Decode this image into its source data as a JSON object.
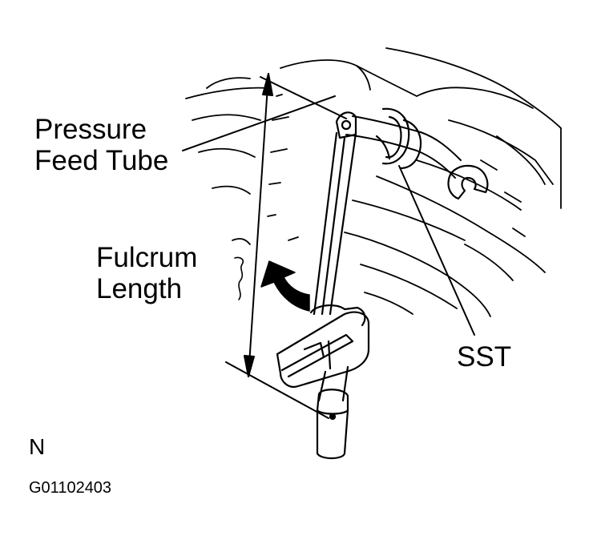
{
  "labels": {
    "pressure_feed_tube_line1": "Pressure",
    "pressure_feed_tube_line2": "Feed Tube",
    "fulcrum_length_line1": "Fulcrum",
    "fulcrum_length_line2": "Length",
    "sst": "SST",
    "orientation_code": "N",
    "figure_id": "G01102403"
  },
  "colors": {
    "ink": "#000000",
    "paper": "#ffffff"
  }
}
